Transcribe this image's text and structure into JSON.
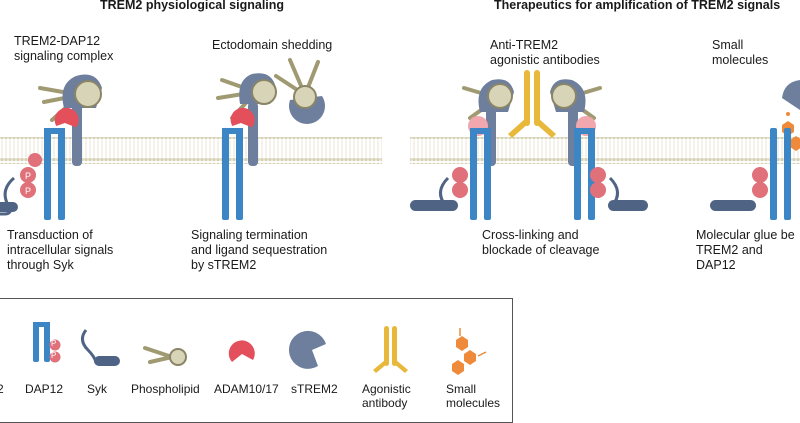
{
  "left_panel": {
    "title": "TREM2 physiological signaling",
    "complex_label": "TREM2-DAP12\nsignaling complex",
    "shedding_label": "Ectodomain shedding",
    "transduction_label": "Transduction of\nintracellular signals\nthrough Syk",
    "termination_label": "Signaling termination\nand ligand sequestration\nby sTREM2"
  },
  "right_panel": {
    "title": "Therapeutics for amplification of TREM2 signals",
    "antibody_label": "Anti-TREM2\nagonistic antibodies",
    "small_mol_label": "Small molecules",
    "crosslink_label": "Cross-linking  and\nblockade of cleavage",
    "glue_label": "Molecular glue be\nTREM2 and DAP12"
  },
  "legend": {
    "items": [
      {
        "label": "2"
      },
      {
        "label": "DAP12"
      },
      {
        "label": "Syk"
      },
      {
        "label": "Phospholipid"
      },
      {
        "label": "ADAM10/17"
      },
      {
        "label": "sTREM2"
      },
      {
        "label": "Agonistic\nantibody"
      },
      {
        "label": "Small\nmolecules"
      }
    ]
  },
  "phospho_marker": "P",
  "colors": {
    "membrane": "#e6e2cc",
    "trem2": "#6e7f9e",
    "trem2_head": "#d8d4b8",
    "dap12": "#3d86c6",
    "syk": "#4f6385",
    "phospho": "#e0707a",
    "adam": "#e3505c",
    "antibody": "#e8b83a",
    "small_molecule": "#ef8a3a",
    "lipid_tail": "#a09a72"
  }
}
